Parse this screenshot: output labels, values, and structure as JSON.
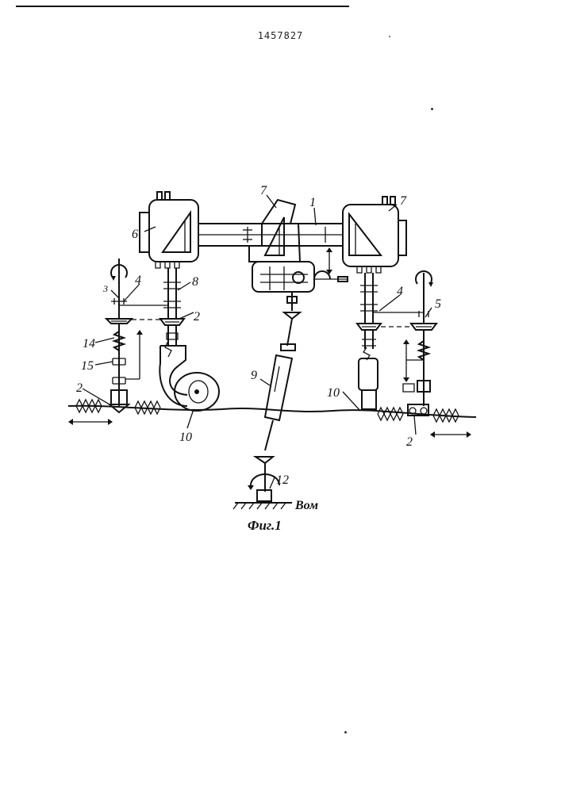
{
  "document": {
    "patent_number": "1457827",
    "figure_caption": "Фиг.1",
    "pto_label": "Вом"
  },
  "labels": {
    "l1": "1",
    "l2_left_lower": "2",
    "l2_mid": "2",
    "l2_right_lower": "2",
    "l3": "3",
    "l4_left": "4",
    "l4_right": "4",
    "l5": "5",
    "l6": "6",
    "l7_center": "7",
    "l7_right": "7",
    "l8": "8",
    "l9": "9",
    "l10_left": "10",
    "l10_right": "10",
    "l12": "12",
    "l14": "14",
    "l15": "15"
  }
}
